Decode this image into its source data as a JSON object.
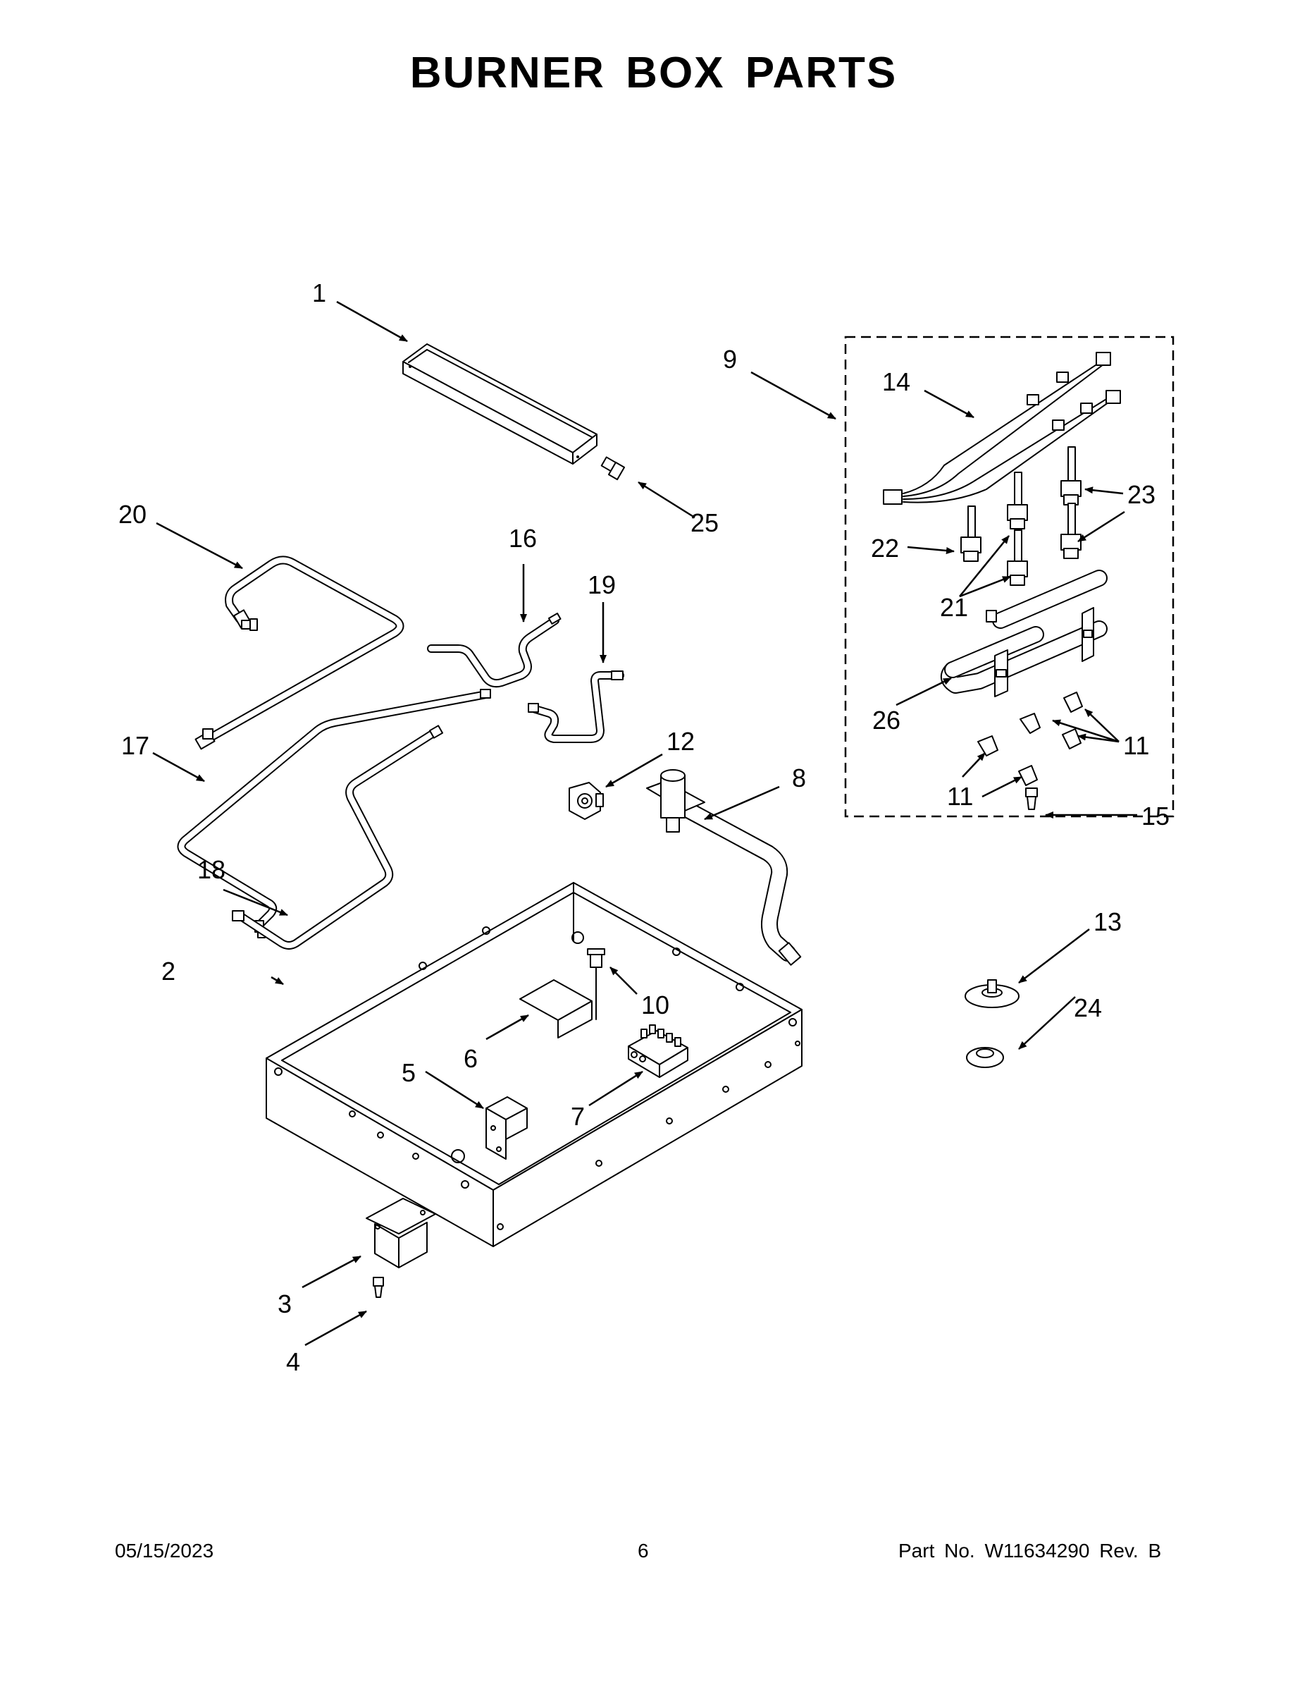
{
  "title": "BURNER BOX PARTS",
  "footer": {
    "date": "05/15/2023",
    "page": "6",
    "part_no": "Part No.  W11634290  Rev.  B"
  },
  "callouts": {
    "c1": "1",
    "c2": "2",
    "c3": "3",
    "c4": "4",
    "c5": "5",
    "c6": "6",
    "c7": "7",
    "c8": "8",
    "c9": "9",
    "c10": "10",
    "c11a": "11",
    "c11b": "11",
    "c12": "12",
    "c13": "13",
    "c14": "14",
    "c15": "15",
    "c16": "16",
    "c17": "17",
    "c18": "18",
    "c19": "19",
    "c20": "20",
    "c21": "21",
    "c22": "22",
    "c23": "23",
    "c24": "24",
    "c25": "25",
    "c26": "26"
  }
}
